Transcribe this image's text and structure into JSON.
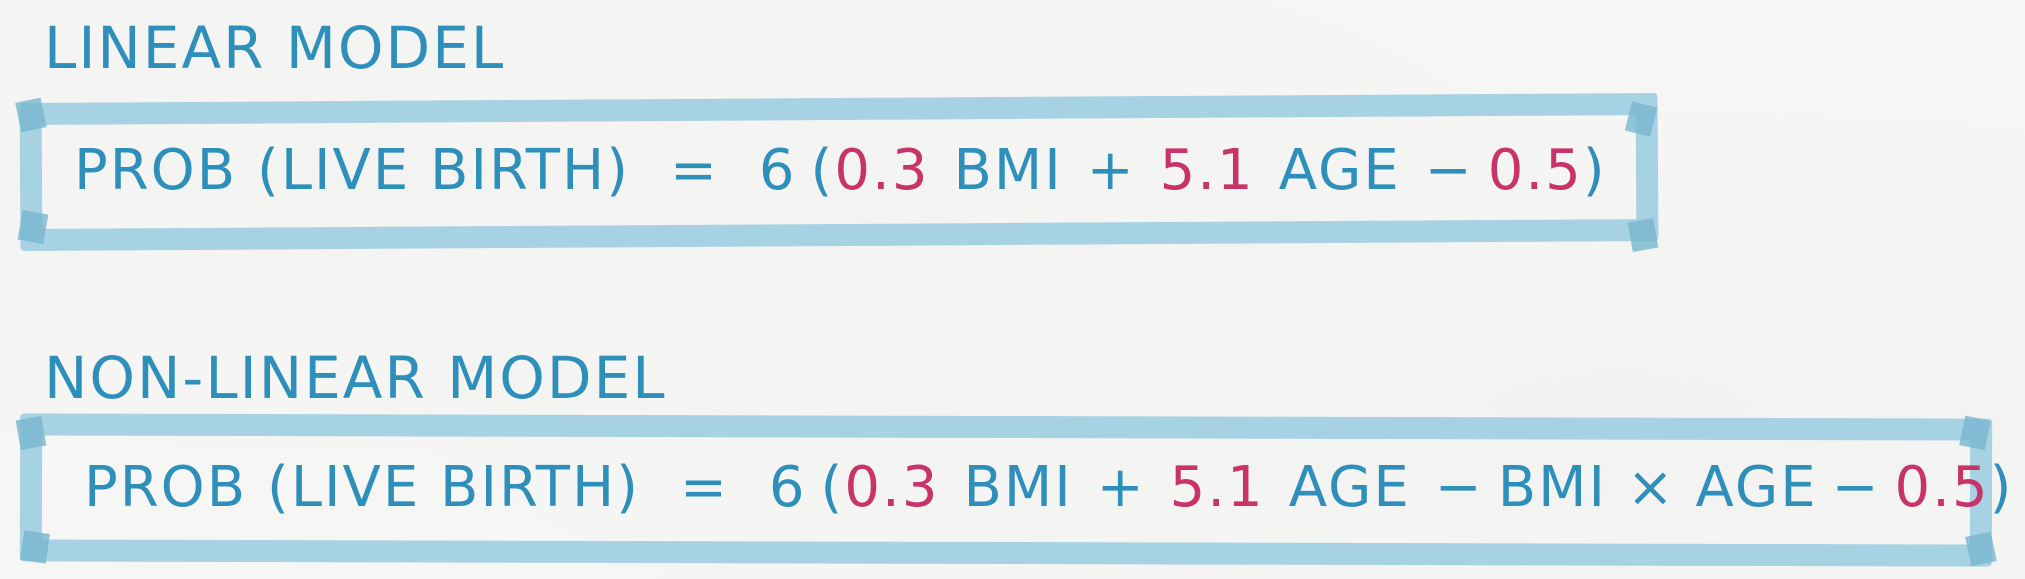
{
  "linear": {
    "heading": "LINEAR MODEL",
    "lhs": "PROB (LIVE BIRTH)",
    "equals": "=",
    "sigma": "6",
    "open_paren": "(",
    "coef_bmi": "0.3",
    "var_bmi": "BMI",
    "plus": "+",
    "coef_age": "5.1",
    "var_age": "AGE",
    "minus": "−",
    "intercept": "0.5",
    "close_paren": ")"
  },
  "nonlinear": {
    "heading": "NON-LINEAR MODEL",
    "lhs": "PROB (LIVE BIRTH)",
    "equals": "=",
    "sigma": "6",
    "open_paren": "(",
    "coef_bmi": "0.3",
    "var_bmi": "BMI",
    "plus": "+",
    "coef_age": "5.1",
    "var_age": "AGE",
    "minus_1": "−",
    "interaction": "BMI × AGE",
    "minus_2": "−",
    "intercept": "0.5",
    "close_paren": ")"
  },
  "colors": {
    "ink_blue": "#2f8fbb",
    "ink_red": "#c8336a",
    "tape_blue": "#a7d2e3",
    "background": "#f6f6f4"
  }
}
